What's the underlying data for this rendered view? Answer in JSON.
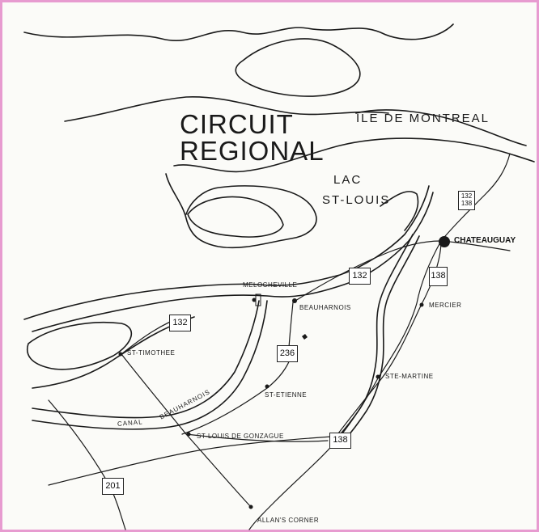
{
  "title": {
    "line1": "CIRCUIT",
    "line2": "REGIONAL"
  },
  "water_labels": {
    "island": "ILE DE MONTREAL",
    "lake_line1": "LAC",
    "lake_line2": "ST-LOUIS",
    "canal_part1": "CANAL",
    "canal_part2": "BEAUHARNOIS"
  },
  "places": {
    "chateauguay": "CHATEAUGUAY",
    "melocheville": "MELOCHEVILLE",
    "beauharnois": "BEAUHARNOIS",
    "mercier": "MERCIER",
    "st_timothee": "ST-TIMOTHEE",
    "st_etienne": "ST-ETIENNE",
    "ste_martine": "STE-MARTINE",
    "st_louis_de_gonzague": "ST-LOUIS DE GONZAGUE",
    "allans_corner": "ALLAN'S CORNER"
  },
  "routes": {
    "r132_east": "132",
    "r132_west": "132",
    "r236": "236",
    "r138_north": "138",
    "r138_south": "138",
    "r201": "201",
    "r132_138_top": "132",
    "r132_138_bottom": "138"
  },
  "colors": {
    "frame": "#e79bd0",
    "ink": "#1a1a1a"
  }
}
